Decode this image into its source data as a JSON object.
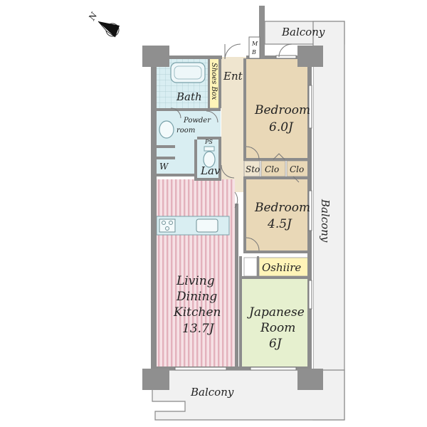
{
  "compass": {
    "north_label": "N"
  },
  "rooms": {
    "balcony_top": "Balcony",
    "balcony_right": "Balcony",
    "balcony_bottom": "Balcony",
    "mb": "M\nB",
    "entrance": "Ent",
    "shoes_box": "Shoes Box",
    "bath": "Bath",
    "powder_room": [
      "Powder",
      "room"
    ],
    "washer": "W",
    "lavatory": "Lav",
    "ps": "PS",
    "bedroom1": {
      "name": "Bedroom",
      "size": "6.0J"
    },
    "bedroom2": {
      "name": "Bedroom",
      "size": "4.5J"
    },
    "storage": "Sto",
    "closet1": "Clo",
    "closet2": "Clo",
    "oshiire": "Oshiire",
    "ldk": {
      "lines": [
        "Living",
        "Dining",
        "Kitchen"
      ],
      "size": "13.7J"
    },
    "japanese_room": {
      "lines": [
        "Japanese",
        "Room"
      ],
      "size": "6J"
    }
  },
  "colors": {
    "wall": "#8c8c8c",
    "pillar": "#8f8f8f",
    "bedroom": "#e9d8b7",
    "ldk_stripe": "#e3b1bc",
    "ldk_base": "#f6e1e5",
    "japanese_room": "#e6f0cf",
    "wet_area": "#d9eef2",
    "balcony": "#f1f1f1",
    "hall": "#efe5cf",
    "shoes_box": "#fff4b8"
  }
}
